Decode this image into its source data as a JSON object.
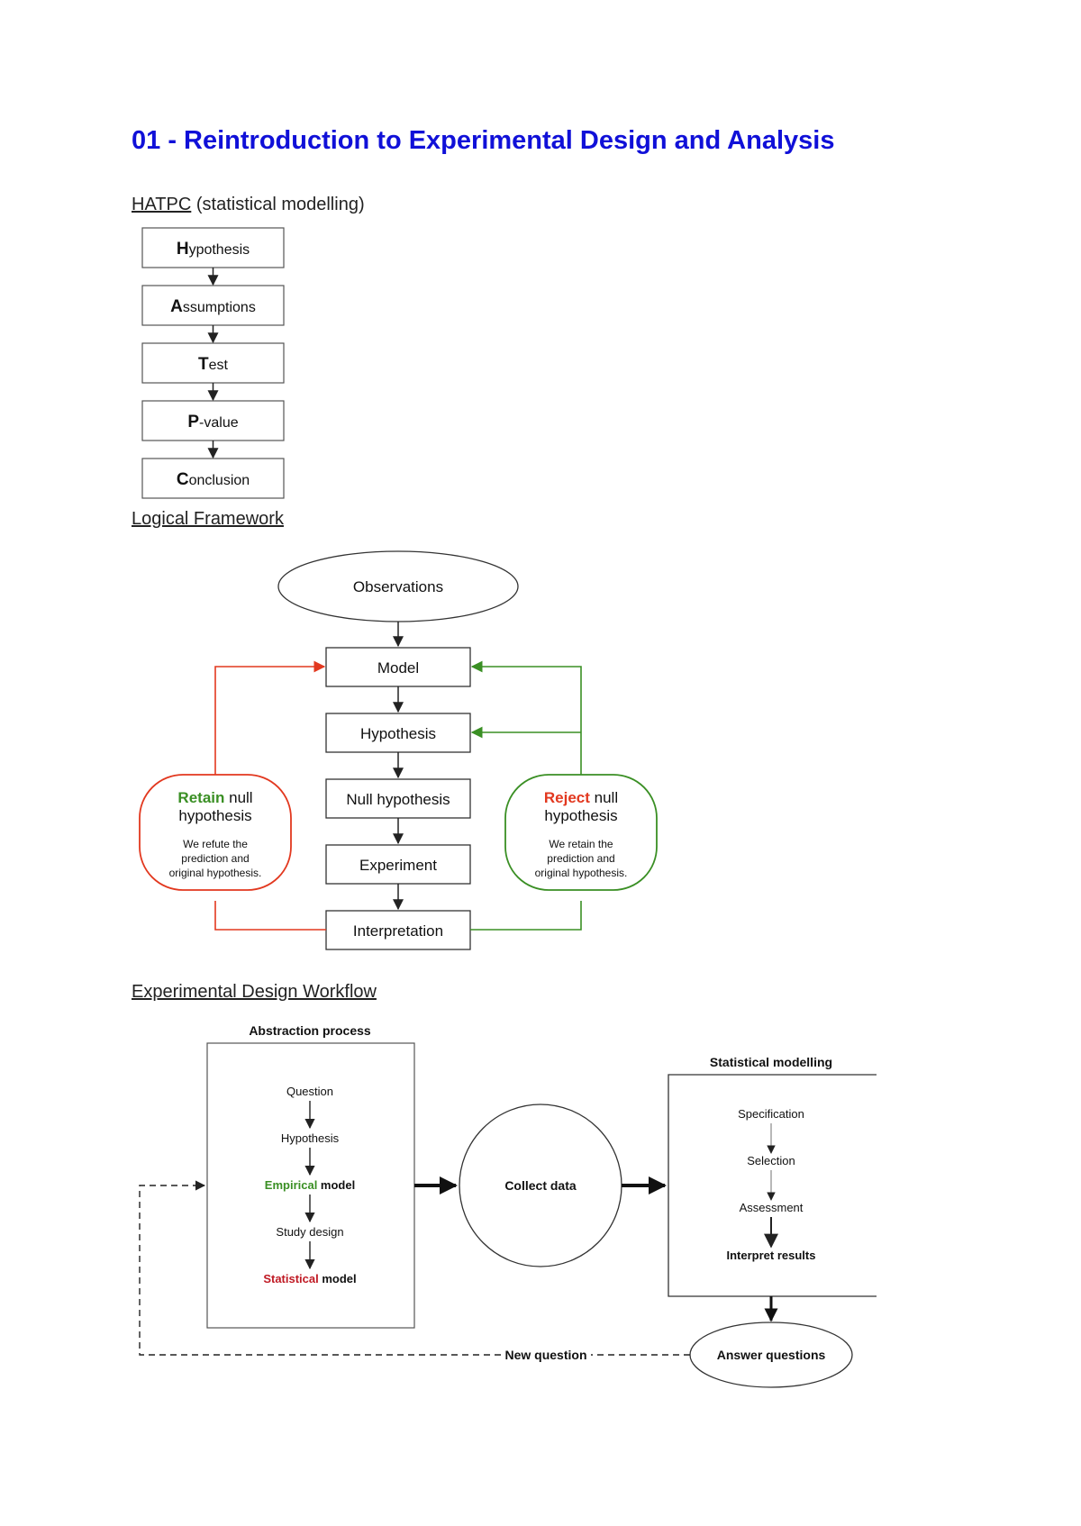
{
  "title": "01 - Reintroduction to Experimental Design and Analysis",
  "hatpc": {
    "heading": "HATPC",
    "subheading": "(statistical modelling)",
    "steps": [
      {
        "initial": "H",
        "rest": "ypothesis"
      },
      {
        "initial": "A",
        "rest": "ssumptions"
      },
      {
        "initial": "T",
        "rest": "est"
      },
      {
        "initial": "P",
        "rest": "-value"
      },
      {
        "initial": "C",
        "rest": "onclusion"
      }
    ]
  },
  "logical": {
    "heading": "Logical Framework",
    "observations": "Observations",
    "model": "Model",
    "hypothesis": "Hypothesis",
    "null_hypothesis": "Null hypothesis",
    "experiment": "Experiment",
    "interpretation": "Interpretation",
    "retain": {
      "word": "Retain",
      "rest": " null",
      "line2": "hypothesis",
      "note1": "We refute the",
      "note2": "prediction and",
      "note3": "original hypothesis."
    },
    "reject": {
      "word": "Reject",
      "rest": " null",
      "line2": "hypothesis",
      "note1": "We retain the",
      "note2": "prediction and",
      "note3": "original hypothesis."
    }
  },
  "workflow": {
    "heading": "Experimental Design Workflow",
    "abstraction_title": "Abstraction process",
    "question": "Question",
    "hypothesis": "Hypothesis",
    "empirical_word": "Empirical",
    "empirical_rest": " model",
    "study_design": "Study design",
    "statistical_word": "Statistical",
    "statistical_rest": " model",
    "collect_data": "Collect data",
    "modelling_title": "Statistical modelling",
    "specification": "Specification",
    "selection": "Selection",
    "assessment": "Assessment",
    "interpret_results": "Interpret results",
    "answer_questions": "Answer questions",
    "new_question": "New question"
  },
  "colors": {
    "title": "#1010d8",
    "green": "#3a8f24",
    "red": "#e2381f",
    "dark_red": "#c01a24"
  }
}
